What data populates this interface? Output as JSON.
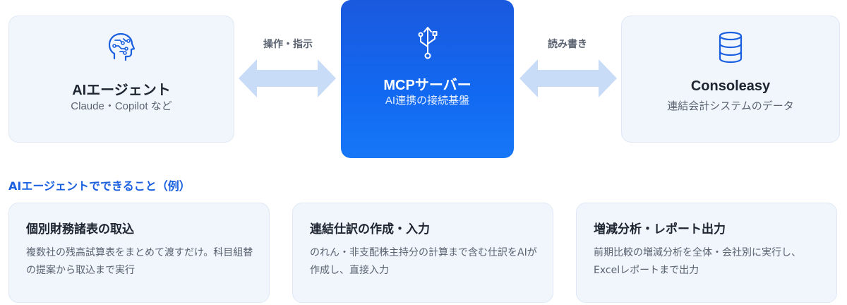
{
  "diagram": {
    "left_node": {
      "title": "AIエージェント",
      "subtitle": "Claude・Copilot など",
      "icon": "ai-head-icon"
    },
    "center_node": {
      "title": "MCPサーバー",
      "subtitle": "AI連携の接続基盤",
      "icon": "usb-icon"
    },
    "right_node": {
      "title": "Consoleasy",
      "subtitle": "連結会計システムのデータ",
      "icon": "database-icon"
    },
    "left_arrow_label": "操作・指示",
    "right_arrow_label": "読み書き",
    "colors": {
      "accent": "#1a5fe0",
      "arrow": "#c9dcf7",
      "card_bg": "#f1f6fc"
    }
  },
  "examples": {
    "title": "AIエージェントでできること（例）",
    "cards": [
      {
        "title": "個別財務諸表の取込",
        "desc": "複数社の残高試算表をまとめて渡すだけ。科目組替の提案から取込まで実行"
      },
      {
        "title": "連結仕訳の作成・入力",
        "desc": "のれん・非支配株主持分の計算まで含む仕訳をAIが作成し、直接入力"
      },
      {
        "title": "増減分析・レポート出力",
        "desc": "前期比較の増減分析を全体・会社別に実行し、Excelレポートまで出力"
      }
    ]
  }
}
